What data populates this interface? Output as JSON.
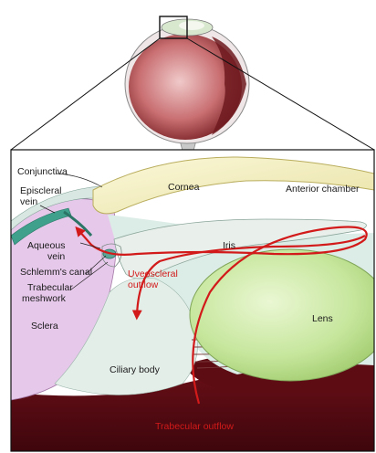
{
  "labels": {
    "conjunctiva": "Conjunctiva",
    "episcleral_vein_1": "Episcleral",
    "episcleral_vein_2": "vein",
    "cornea": "Cornea",
    "anterior_chamber": "Anterior chamber",
    "aqueous_vein_1": "Aqueous",
    "aqueous_vein_2": "vein",
    "iris": "Iris",
    "schlemms_canal": "Schlemm's canal",
    "trabecular_meshwork_1": "Trabecular",
    "trabecular_meshwork_2": "meshwork",
    "uveoscleral_outflow_1": "Uveoscleral",
    "uveoscleral_outflow_2": "outflow",
    "sclera": "Sclera",
    "lens": "Lens",
    "ciliary_body": "Ciliary body",
    "trabecular_outflow": "Trabecular outflow"
  },
  "colors": {
    "outflow_arrow": "#d21a1a",
    "sclera": "#e6c8ea",
    "cornea": "#f4f0c6",
    "lens": "#bfe28f",
    "chamber_fluid": "#dcece6",
    "episcleral_vein": "#3fa08c",
    "choroid": "#5a0a12"
  }
}
